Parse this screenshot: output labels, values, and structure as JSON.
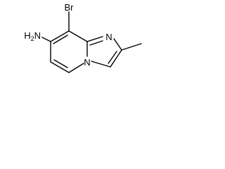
{
  "molecule": {
    "atoms": {
      "bromine": "Br",
      "amine_n": "N",
      "amine_h": "H",
      "amine_h_count": "2",
      "imidazole_n": "N",
      "bridgehead_n": "N"
    }
  }
}
